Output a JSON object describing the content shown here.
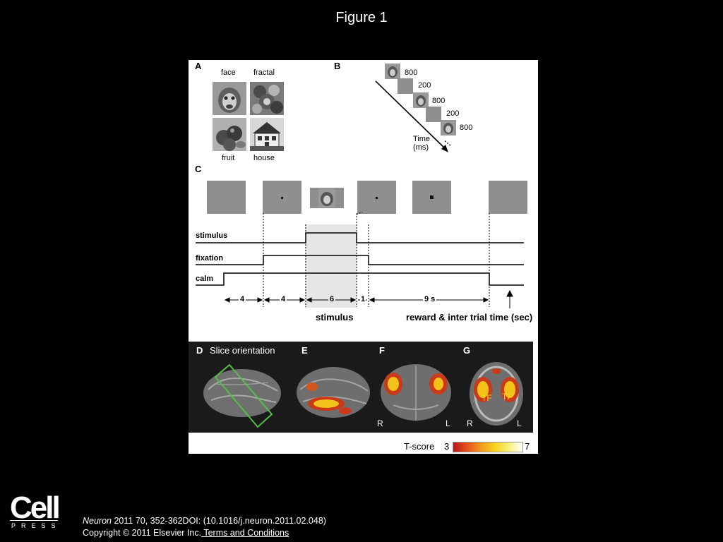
{
  "slide": {
    "title": "Figure 1",
    "journal": "Neuron",
    "citation_rest": " 2011 70, 352-362DOI: (10.1016/j.neuron.2011.02.048)",
    "copyright": "Copyright © 2011 Elsevier Inc.",
    "terms_link": " Terms and Conditions",
    "logo_word": "Cell",
    "logo_sub": "PRESS"
  },
  "panelA": {
    "label": "A",
    "face": "face",
    "fractal": "fractal",
    "fruit": "fruit",
    "house": "house"
  },
  "panelB": {
    "label": "B",
    "d1": "800",
    "d2": "200",
    "d3": "800",
    "d4": "200",
    "d5": "800",
    "time_label": "Time",
    "time_unit": "(ms)",
    "ellipsis": ". . ."
  },
  "panelC": {
    "label": "C",
    "stimulus_trace": "stimulus",
    "fixation_trace": "fixation",
    "calm_trace": "calm",
    "dur1": "4",
    "dur2": "4",
    "dur3": "6",
    "dur4": "1",
    "dur5": "9 s",
    "stimulus_period": "stimulus",
    "reward_period": "reward & inter trial time (sec)"
  },
  "panelD": {
    "label": "D",
    "title": "Slice orientation"
  },
  "panelE": {
    "label": "E"
  },
  "panelF": {
    "label": "F",
    "right": "R",
    "left": "L"
  },
  "panelG": {
    "label": "G",
    "right": "R",
    "left": "L",
    "tf1": "TF",
    "tf2": "TF"
  },
  "colorbar": {
    "label": "T-score",
    "min": "3",
    "max": "7"
  },
  "colors": {
    "background": "#000000",
    "figure_bg": "#ffffff",
    "stim_shade": "#e6e6e6",
    "activation": "#f2c21a"
  }
}
